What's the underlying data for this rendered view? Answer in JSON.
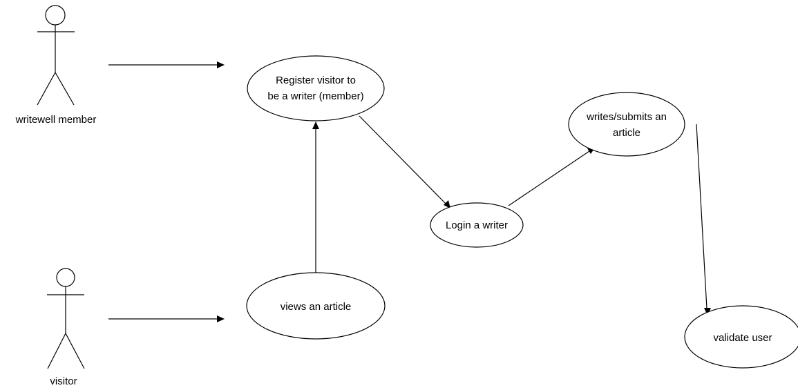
{
  "actors": {
    "writewell_member": {
      "label": "writewell member"
    },
    "visitor": {
      "label": "visitor"
    }
  },
  "use_cases": {
    "register": {
      "line1": "Register visitor to",
      "line2": "be a writer (member)"
    },
    "views": {
      "line1": "views an article"
    },
    "login": {
      "line1": "Login a writer"
    },
    "writes": {
      "line1": "writes/submits an",
      "line2": "article"
    },
    "validate": {
      "line1": "validate user"
    }
  },
  "colors": {
    "stroke": "#000000",
    "background": "#ffffff"
  }
}
